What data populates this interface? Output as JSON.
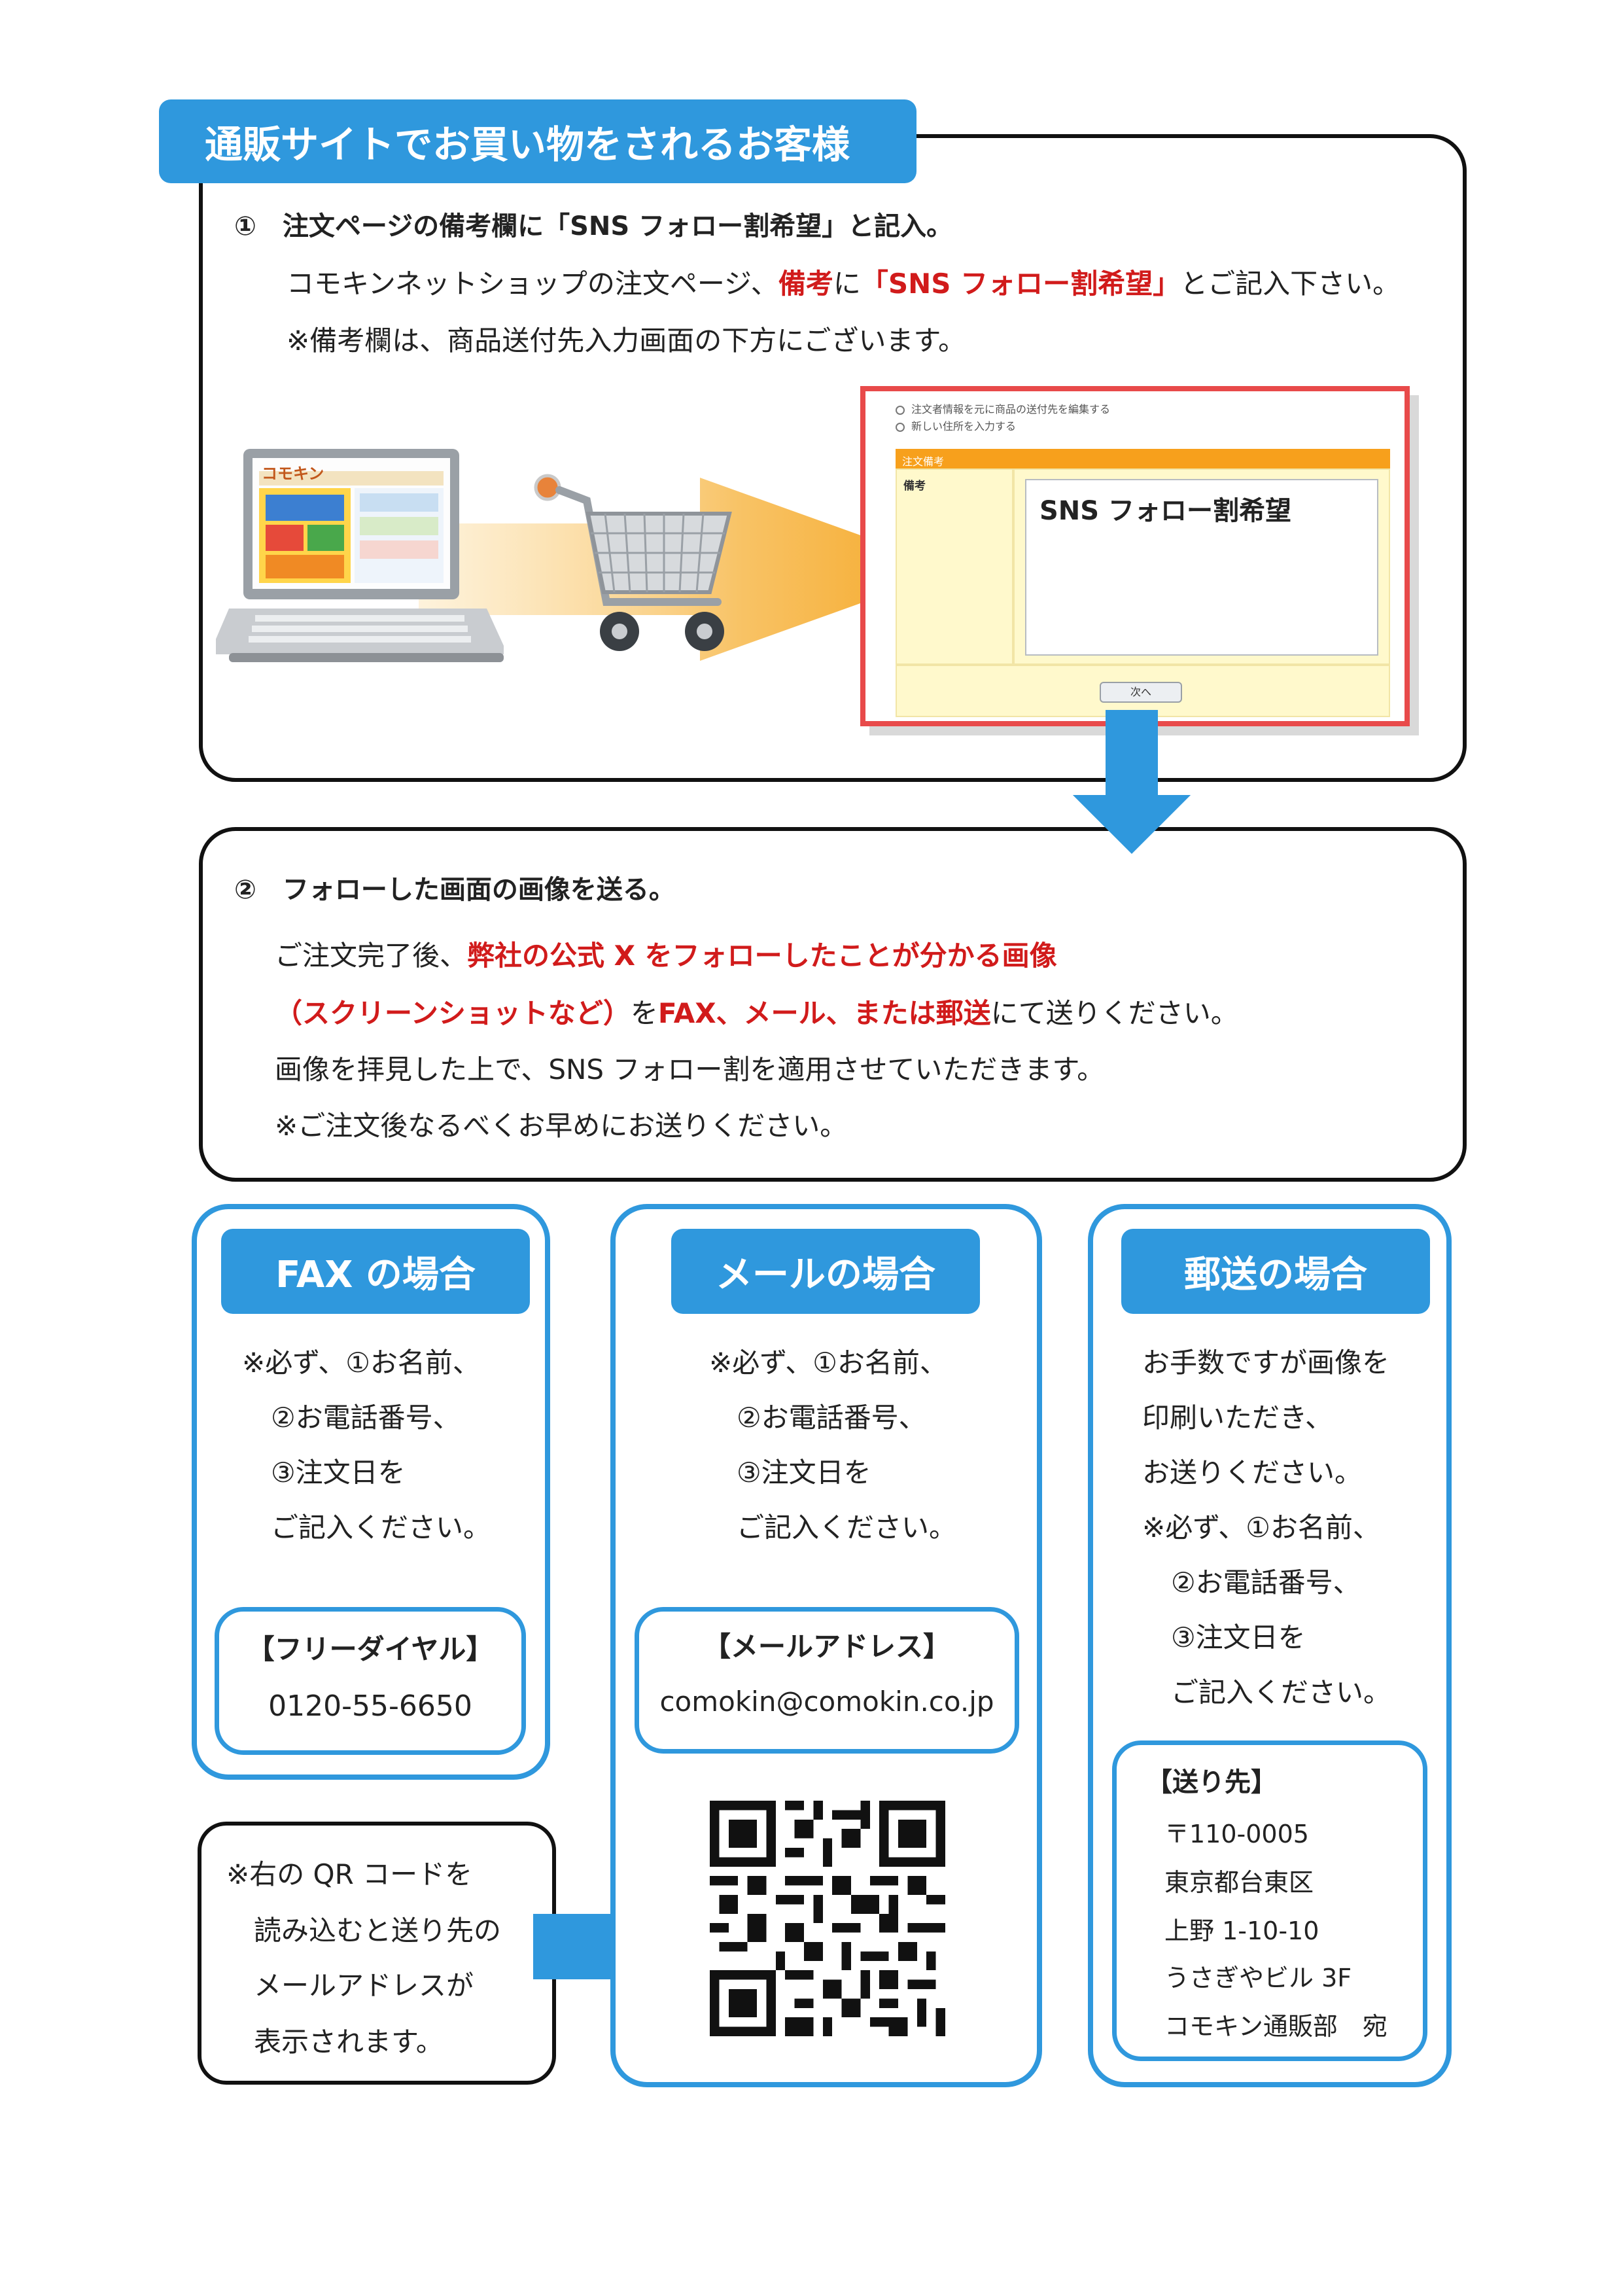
{
  "colors": {
    "accent_blue": "#2f98dd",
    "highlight_red": "#d11b1b",
    "cart_arrow_orange": "#f5a623"
  },
  "section_title": "通販サイトでお買い物をされるお客様",
  "step1": {
    "heading": "①　注文ページの備考欄に「SNS フォロー割希望」と記入。",
    "line1_a": "コモキンネットショップの注文ページ、",
    "line1_b": "備考",
    "line1_c": "に",
    "line1_d": "「SNS フォロー割希望」",
    "line1_e": "とご記入下さい。",
    "line2": "※備考欄は、商品送付先入力画面の下方にございます。",
    "form_option1": "注文者情報を元に商品の送付先を編集する",
    "form_option2": "新しい住所を入力する",
    "form_section": "注文備考",
    "form_label": "備考",
    "form_value": "SNS フォロー割希望",
    "form_button": "次へ",
    "laptop_logo": "コモキン"
  },
  "step2": {
    "heading": "②　フォローした画面の画像を送る。",
    "line1_a": "ご注文完了後、",
    "line1_b": "弊社の公式 X をフォローしたことが分かる画像",
    "line2_a": "（スクリーンショットなど）",
    "line2_b": "を",
    "line2_c": "FAX、メール、または郵送",
    "line2_d": "にて送りください。",
    "line3": "画像を拝見した上で、SNS フォロー割を適用させていただきます。",
    "line4": "※ご注文後なるべくお早めにお送りください。"
  },
  "fax": {
    "title": "FAX の場合",
    "lines": [
      "※必ず、①お名前、",
      "②お電話番号、",
      "③注文日を",
      "ご記入ください。"
    ],
    "contact_label": "【フリーダイヤル】",
    "contact_value": "0120-55-6650"
  },
  "mail": {
    "title": "メールの場合",
    "lines": [
      "※必ず、①お名前、",
      "②お電話番号、",
      "③注文日を",
      "ご記入ください。"
    ],
    "contact_label": "【メールアドレス】",
    "contact_value": "comokin@comokin.co.jp"
  },
  "post": {
    "title": "郵送の場合",
    "lines": [
      "お手数ですが画像を",
      "印刷いただき、",
      "お送りください。",
      "※必ず、①お名前、",
      "②お電話番号、",
      "③注文日を",
      "ご記入ください。"
    ],
    "address_label": "【送り先】",
    "address": [
      "〒110-0005",
      "東京都台東区",
      "上野 1-10-10",
      "うさぎやビル 3F",
      "コモキン通販部　宛"
    ]
  },
  "qr_note": [
    "※右の QR コードを",
    "読み込むと送り先の",
    "メールアドレスが",
    "表示されます。"
  ]
}
